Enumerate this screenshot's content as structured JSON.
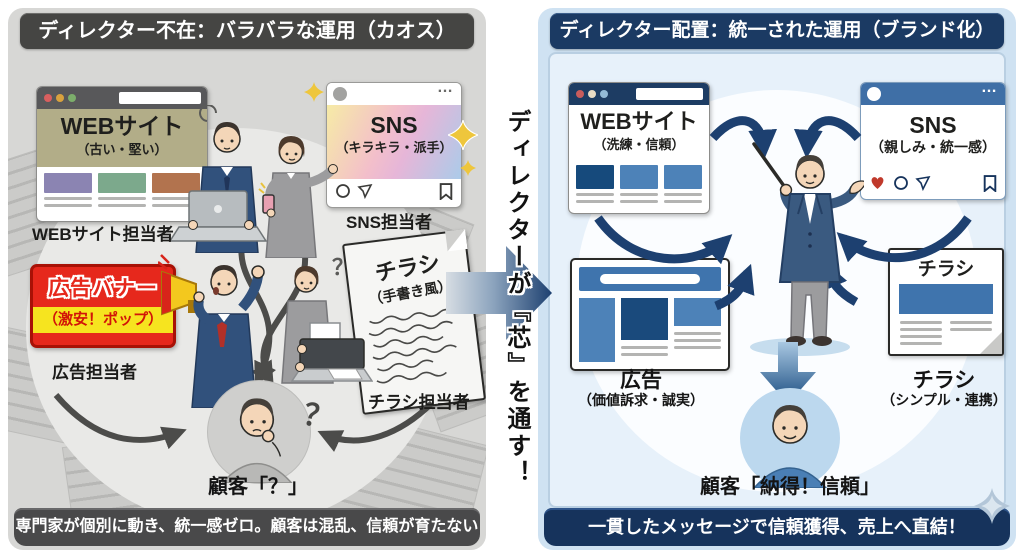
{
  "left_panel": {
    "header": "ディレクター不在：バラバラな運用（カオス）",
    "web": {
      "title": "WEBサイト",
      "subtitle": "（古い・堅い）",
      "person": "WEBサイト担当者"
    },
    "sns": {
      "title": "SNS",
      "subtitle": "（キラキラ・派手）",
      "menu": "…",
      "person": "SNS担当者"
    },
    "ad": {
      "title": "広告バナー",
      "subtitle": "（激安！ポップ）",
      "person": "広告担当者"
    },
    "flyer": {
      "title": "チラシ",
      "subtitle": "（手書き風）",
      "person": "チラシ担当者"
    },
    "question_mark": "？",
    "customer": {
      "label": "顧客「？」"
    },
    "footer": "専門家が個別に動き、統一感ゼロ。顧客は混乱、信頼が育たない"
  },
  "center": {
    "message": "ディレクターが『芯』を通す！"
  },
  "right_panel": {
    "header": "ディレクター配置：統一された運用（ブランド化）",
    "web": {
      "title": "WEBサイト",
      "subtitle": "（洗練・信頼）"
    },
    "sns": {
      "title": "SNS",
      "subtitle": "（親しみ・統一感）",
      "menu": "…"
    },
    "ad": {
      "title": "広告",
      "subtitle": "（価値訴求・誠実）"
    },
    "flyer": {
      "doc_title": "チラシ",
      "title": "チラシ",
      "subtitle": "（シンプル・連携）"
    },
    "customer": {
      "label": "顧客「納得！信頼」"
    },
    "footer": "一貫したメッセージで信頼獲得、売上へ直結！"
  },
  "colors": {
    "chaos_header_bg": "#454543",
    "brand_header_bg": "#1b3a63",
    "brand_navy": "#1d4070",
    "banner_red": "#e6281c",
    "banner_yellow": "#f6e41f",
    "panel_gray": "#d7d7d5",
    "panel_blue": "#cfe2f2"
  }
}
